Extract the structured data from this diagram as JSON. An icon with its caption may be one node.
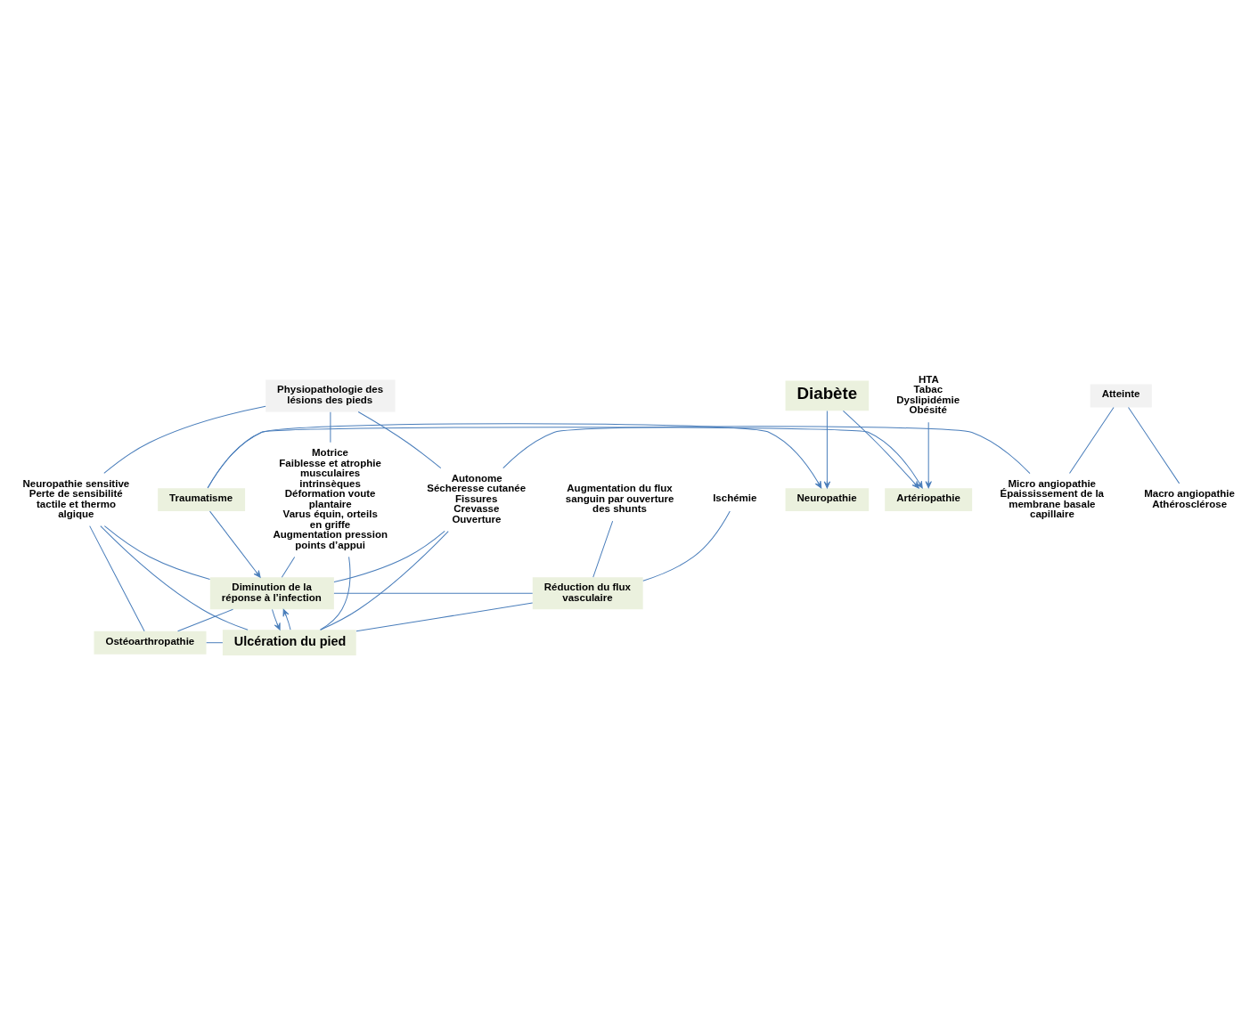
{
  "diagram": {
    "nodes": [
      {
        "text": [
          "Diabète"
        ]
      },
      {
        "text": [
          "HTA",
          "Tabac",
          "Dyslipidémie",
          "Obésité"
        ]
      },
      {
        "text": [
          "Neuropathie"
        ]
      },
      {
        "text": [
          "Traumatisme"
        ]
      },
      {
        "text": [
          "Artériopathie"
        ]
      },
      {
        "text": [
          "Physiopathologie des lésions des pieds"
        ]
      },
      {
        "text": [
          "Atteinte"
        ]
      },
      {
        "text": [
          "Neuropathie sensitive",
          "Perte de sensibilité tactile et thermo algique"
        ]
      },
      {
        "text": [
          "Motrice",
          "Faiblesse et atrophie musculaires intrinsèques",
          "Déformation voute plantaire",
          "Varus équin, orteils en griffe",
          "Augmentation pression points d’appui"
        ]
      },
      {
        "text": [
          "Autonome",
          "Sécheresse cutanée",
          "Fissures",
          "Crevasse",
          "Ouverture"
        ]
      },
      {
        "text": [
          "Micro angiopathie",
          "Épaississement de la membrane basale capillaire"
        ]
      },
      {
        "text": [
          "Augmentation du flux sanguin par ouverture des shunts"
        ]
      },
      {
        "text": [
          "Macro angiopathie",
          "Athérosclérose"
        ]
      },
      {
        "text": [
          "Ischémie"
        ]
      },
      {
        "text": [
          "Diminution de la réponse à l’infection"
        ]
      },
      {
        "text": [
          "Réduction du flux vasculaire"
        ]
      },
      {
        "text": [
          "Ostéoarthropathie"
        ]
      },
      {
        "text": [
          "Ulcération du pied"
        ]
      }
    ],
    "edges": [
      {
        "from": 0,
        "to": 2,
        "arrow": "to"
      },
      {
        "from": 0,
        "to": 4,
        "arrow": "to"
      },
      {
        "from": 1,
        "to": 4,
        "arrow": "to"
      },
      {
        "from": 3,
        "to": 2,
        "arrow": "to"
      },
      {
        "from": 3,
        "to": 4,
        "arrow": "to"
      },
      {
        "from": 3,
        "to": 14,
        "arrow": "to"
      },
      {
        "from": 5,
        "to": 7,
        "arrow": "none"
      },
      {
        "from": 5,
        "to": 8,
        "arrow": "none"
      },
      {
        "from": 5,
        "to": 9,
        "arrow": "none"
      },
      {
        "from": 6,
        "to": 10,
        "arrow": "none"
      },
      {
        "from": 6,
        "to": 12,
        "arrow": "none"
      },
      {
        "from": 9,
        "to": 10,
        "arrow": "none"
      },
      {
        "from": 11,
        "to": 15,
        "arrow": "none"
      },
      {
        "from": 13,
        "to": 15,
        "arrow": "none"
      },
      {
        "from": 7,
        "to": 16,
        "arrow": "none"
      },
      {
        "from": 7,
        "to": 14,
        "arrow": "none"
      },
      {
        "from": 7,
        "to": 17,
        "arrow": "none"
      },
      {
        "from": 8,
        "to": 14,
        "arrow": "none"
      },
      {
        "from": 8,
        "to": 17,
        "arrow": "none"
      },
      {
        "from": 9,
        "to": 14,
        "arrow": "none"
      },
      {
        "from": 9,
        "to": 17,
        "arrow": "none"
      },
      {
        "from": 16,
        "to": 14,
        "arrow": "none"
      },
      {
        "from": 16,
        "to": 17,
        "arrow": "none"
      },
      {
        "from": 14,
        "to": 17,
        "arrow": "to"
      },
      {
        "from": 17,
        "to": 14,
        "arrow": "to"
      },
      {
        "from": 14,
        "to": 15,
        "arrow": "none"
      },
      {
        "from": 17,
        "to": 15,
        "arrow": "none"
      }
    ]
  }
}
